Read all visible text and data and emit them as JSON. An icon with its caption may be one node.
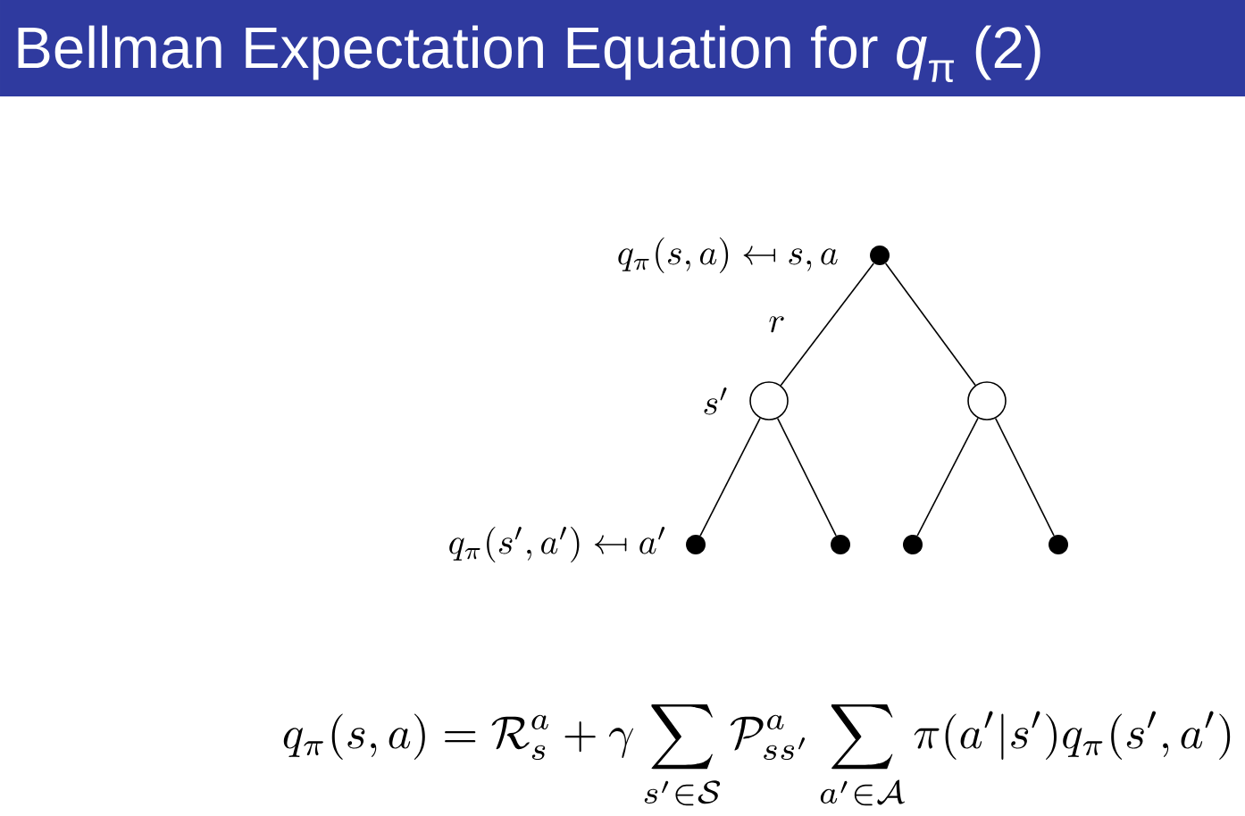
{
  "diagram": {
    "title": "Bellman Expectation Equation for *q*$_{π}$ (2)",
    "nodes": [
      {
        "text": [],
        "shape": "dot",
        "beside": [
          "q_{\\pi}(s,a) \\mathrel{\\reflectbox{$\\mapsto$}} s,a"
        ]
      },
      {
        "text": [],
        "shape": "circle",
        "beside": [
          "s'"
        ]
      },
      {
        "text": [],
        "shape": "circle"
      },
      {
        "text": [],
        "shape": "dot",
        "beside": [
          "q_{\\pi}(s',a') \\mathrel{\\reflectbox{$\\mapsto$}} a'"
        ]
      },
      {
        "text": [],
        "shape": "dot"
      },
      {
        "text": [],
        "shape": "dot"
      },
      {
        "text": [],
        "shape": "dot"
      }
    ],
    "edges": [
      {
        "from": 0,
        "to": 1,
        "arrow": "none",
        "label": "r"
      },
      {
        "from": 0,
        "to": 2,
        "arrow": "none"
      },
      {
        "from": 1,
        "to": 3,
        "arrow": "none"
      },
      {
        "from": 1,
        "to": 4,
        "arrow": "none"
      },
      {
        "from": 2,
        "to": 5,
        "arrow": "none"
      },
      {
        "from": 2,
        "to": 6,
        "arrow": "none"
      }
    ],
    "labels": [
      "q_{\\pi}(s,a) = \\mathcal{R}^a_s + \\gamma \\sum_{s' \\in \\mathcal{S}} \\mathcal{P}^a_{ss'} \\sum_{a' \\in \\mathcal{A}} \\pi(a'|s') q_{\\pi}(s',a')"
    ]
  }
}
